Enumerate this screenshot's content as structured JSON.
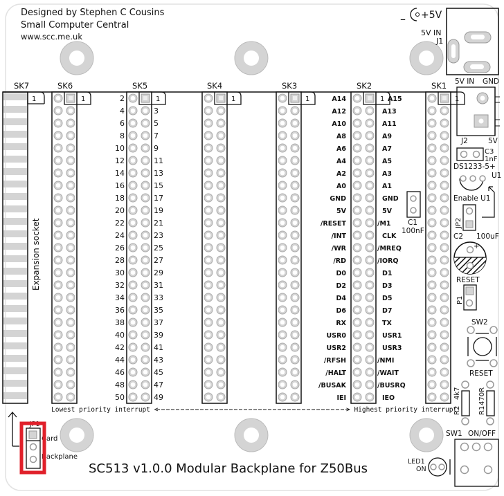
{
  "credits": {
    "line1": "Designed by Stephen C Cousins",
    "line2": "Small Computer Central",
    "line3": "www.scc.me.uk"
  },
  "board_title": "SC513 v1.0.0 Modular Backplane for Z50Bus",
  "colors": {
    "pad_fill": "#d4d4d4",
    "outline": "#111111",
    "highlight": "#e0202a",
    "board_edge": "#dddddd"
  },
  "sockets": [
    {
      "id": "SK7",
      "label": "SK7"
    },
    {
      "id": "SK6",
      "label": "SK6"
    },
    {
      "id": "SK5",
      "label": "SK5"
    },
    {
      "id": "SK4",
      "label": "SK4"
    },
    {
      "id": "SK3",
      "label": "SK3"
    },
    {
      "id": "SK2",
      "label": "SK2"
    },
    {
      "id": "SK1",
      "label": "SK1"
    }
  ],
  "pin1_marker": "1",
  "sk5_even_pins": [
    "2",
    "4",
    "6",
    "8",
    "10",
    "12",
    "14",
    "16",
    "18",
    "20",
    "22",
    "24",
    "26",
    "28",
    "30",
    "32",
    "34",
    "36",
    "38",
    "40",
    "42",
    "44",
    "46",
    "48",
    "50"
  ],
  "sk5_odd_pins": [
    "1",
    "3",
    "5",
    "7",
    "9",
    "11",
    "13",
    "15",
    "17",
    "19",
    "21",
    "23",
    "25",
    "27",
    "29",
    "31",
    "33",
    "35",
    "37",
    "39",
    "41",
    "43",
    "45",
    "47",
    "49"
  ],
  "sk2_left_signals": [
    "A14",
    "A12",
    "A10",
    "A8",
    "A6",
    "A4",
    "A2",
    "A0",
    "GND",
    "5V",
    "/RESET",
    "/INT",
    "/WR",
    "/RD",
    "D0",
    "D2",
    "D4",
    "D6",
    "RX",
    "USR0",
    "USR2",
    "/RFSH",
    "/HALT",
    "/BUSAK",
    "IEI"
  ],
  "sk2_right_signals": [
    "A15",
    "A13",
    "A11",
    "A9",
    "A7",
    "A5",
    "A3",
    "A1",
    "GND",
    "5V",
    "/M1",
    "CLK",
    "/MREQ",
    "/IORQ",
    "D1",
    "D3",
    "D5",
    "D7",
    "TX",
    "USR1",
    "USR3",
    "/NMI",
    "/WAIT",
    "/BUSRQ",
    "IEO"
  ],
  "expansion_socket_label": "Expansion socket",
  "interrupt_line": {
    "left": "Lowest priority interrupt <",
    "right": "> Highest priority interrupt"
  },
  "components": {
    "power_jack": {
      "polarity": "+5V",
      "minus": "–",
      "label1": "5V IN",
      "label2": "J1"
    },
    "j2": {
      "top_left": "5V IN",
      "top_right": "GND",
      "ref": "J2",
      "pin": "5V"
    },
    "c1": {
      "ref": "C1",
      "value": "100nF"
    },
    "c3": {
      "ref": "C3",
      "value": "1nF"
    },
    "u1": {
      "part": "DS1233-5+",
      "ref": "U1"
    },
    "jp2": {
      "ref": "JP2",
      "label": "Enable U1"
    },
    "c2": {
      "ref": "C2",
      "value": "100uF",
      "plus": "+"
    },
    "p1": {
      "ref": "P1",
      "label": "RESET"
    },
    "sw2": {
      "ref": "SW2",
      "label": "RESET"
    },
    "r2": {
      "ref": "R2",
      "value": "4k7"
    },
    "r1": {
      "ref": "R1",
      "value": "470R"
    },
    "sw1": {
      "ref": "SW1",
      "label": "ON/OFF"
    },
    "led1": {
      "ref": "LED1",
      "label": "ON"
    },
    "jp1": {
      "ref": "JP1",
      "opt1": "Card",
      "opt2": "Backplane"
    }
  }
}
